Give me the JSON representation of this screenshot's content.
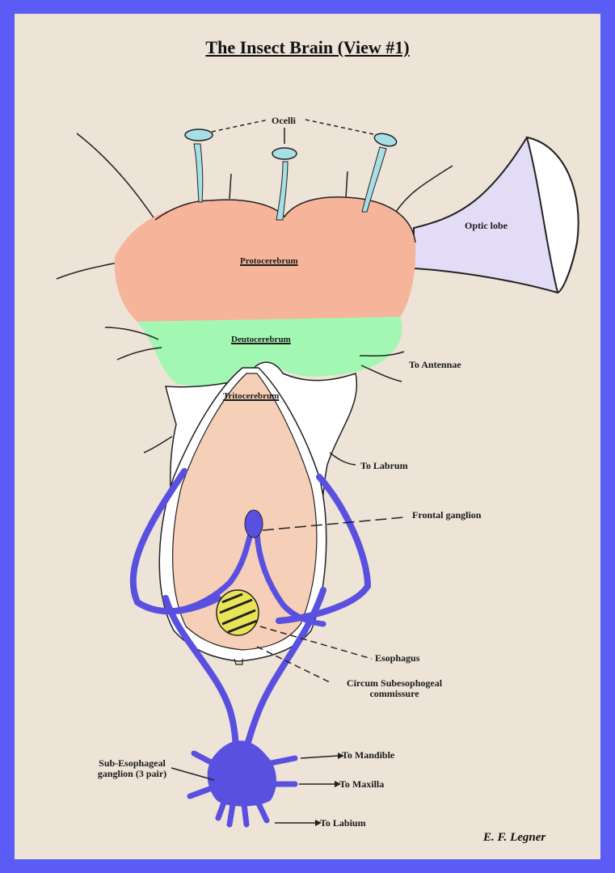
{
  "title": "The Insect Brain (View #1)",
  "labels": {
    "ocelli": "Ocelli",
    "optic_lobe": "Optic lobe",
    "protocerebrum": "Protocerebrum",
    "deutocerebrum": "Deutocerebrum",
    "tritocerebrum": "Tritocerebrum",
    "to_antennae": "To Antennae",
    "to_labrum": "To Labrum",
    "frontal_ganglion": "Frontal ganglion",
    "esophagus": "Esophagus",
    "circum_line1": "Circum Subesophogeal",
    "circum_line2": "commissure",
    "subesophageal_line1": "Sub-Esophageal",
    "subesophageal_line2": "ganglion (3 pair)",
    "to_mandible": "To Mandible",
    "to_maxilla": "To Maxilla",
    "to_labium": "To Labium"
  },
  "author": "E. F. Legner",
  "colors": {
    "border": "#5b5bf6",
    "background": "#ede3d7",
    "protocerebrum": "#f6b49a",
    "deutocerebrum": "#a2f7b2",
    "tritocerebrum": "#ffffff",
    "optic_lobe": "#e3dcf6",
    "ocelli": "#a6e0e6",
    "nerves": "#5a50e0",
    "esophagus": "#f6cfb8",
    "esophagus_lumen": "#e8e455"
  }
}
